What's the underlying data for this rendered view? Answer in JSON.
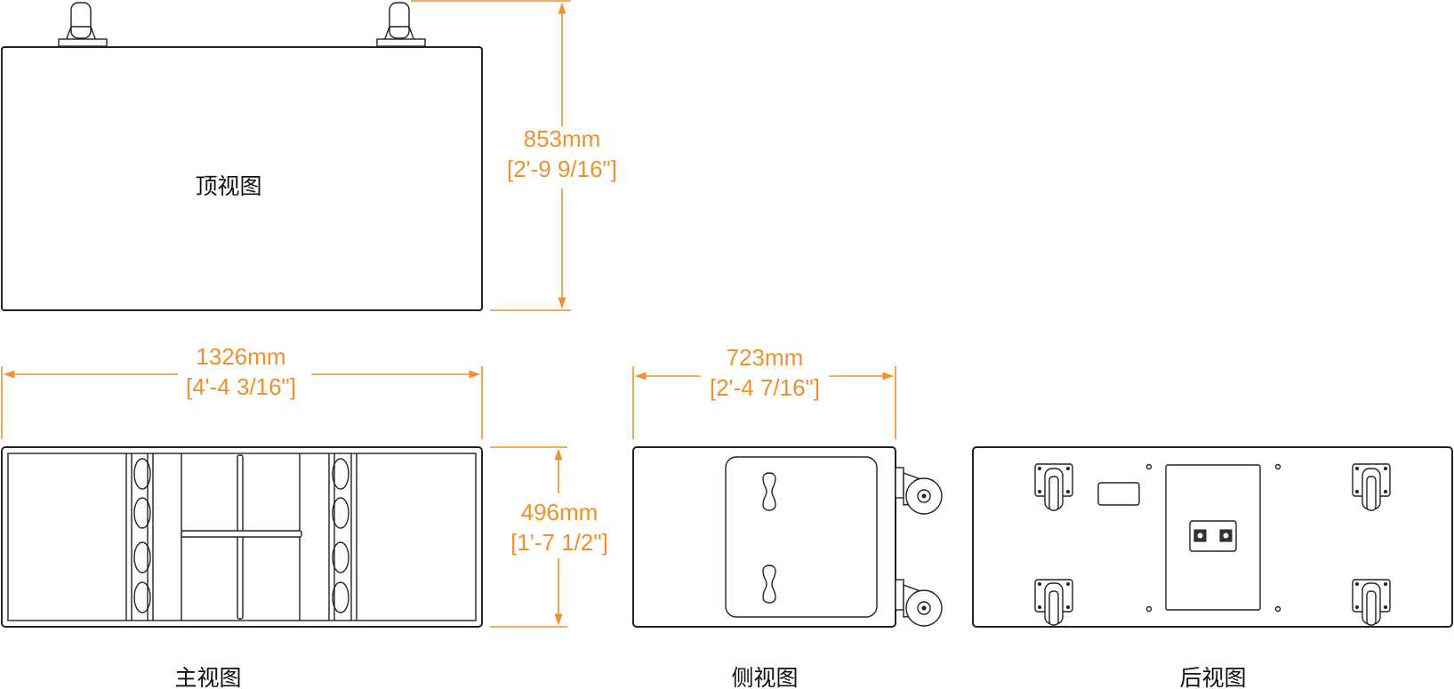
{
  "colors": {
    "dimension": "#f0902c",
    "outline": "#222222",
    "label": "#111111",
    "background": "#ffffff"
  },
  "views": {
    "top": {
      "label": "顶视图",
      "height_mm": "853mm",
      "height_imperial": "[2'-9 9/16\"]"
    },
    "front": {
      "label": "主视图",
      "width_mm": "1326mm",
      "width_imperial": "[4'-4 3/16\"]",
      "height_mm": "496mm",
      "height_imperial": "[1'-7 1/2\"]"
    },
    "side": {
      "label": "侧视图",
      "width_mm": "723mm",
      "width_imperial": "[2'-4 7/16\"]"
    },
    "rear": {
      "label": "后视图"
    }
  }
}
